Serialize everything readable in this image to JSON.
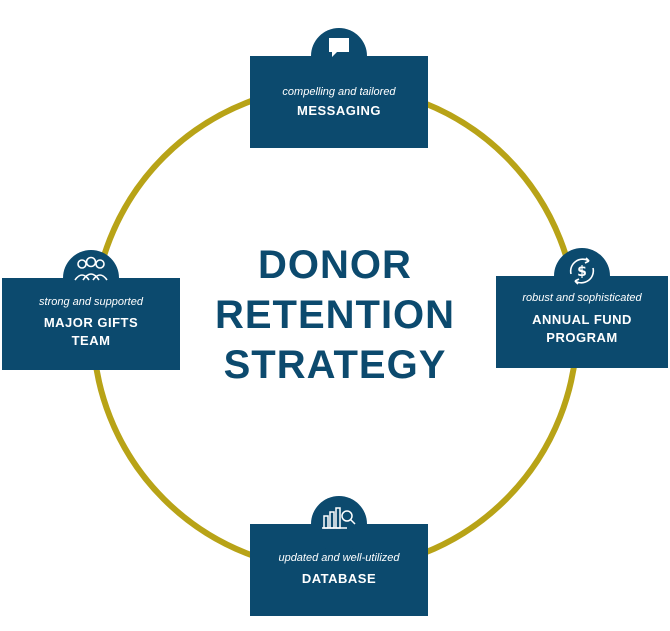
{
  "center_title": [
    "DONOR",
    "RETENTION",
    "STRATEGY"
  ],
  "nodes": {
    "messaging": {
      "sub": "compelling and tailored",
      "main": [
        "MESSAGING"
      ],
      "icon": "speech-bubble-icon"
    },
    "major_gifts": {
      "sub": "strong and supported",
      "main": [
        "MAJOR GIFTS",
        "TEAM"
      ],
      "icon": "people-group-icon"
    },
    "annual_fund": {
      "sub": "robust and sophisticated",
      "main": [
        "ANNUAL FUND",
        "PROGRAM"
      ],
      "icon": "dollar-cycle-icon"
    },
    "database": {
      "sub": "updated and well-utilized",
      "main": [
        "DATABASE"
      ],
      "icon": "chart-search-icon"
    }
  },
  "colors": {
    "navy": "#0c4a6e",
    "ring": "#b8a317",
    "text_on_navy": "#ffffff"
  }
}
